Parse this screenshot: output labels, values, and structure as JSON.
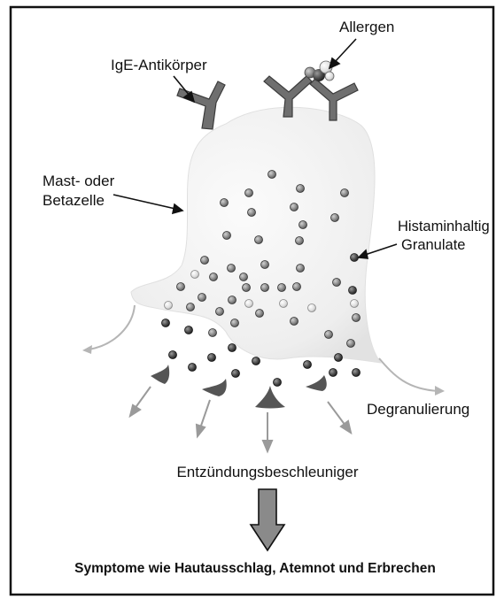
{
  "labels": {
    "allergen": "Allergen",
    "ige": "IgE-Antikörper",
    "mast_line1": "Mast- oder",
    "mast_line2": "Betazelle",
    "histamin_line1": "Histaminhaltig",
    "histamin_line2": "Granulate",
    "degranulierung": "Degranulierung",
    "entzuendung": "Entzündungsbeschleuniger",
    "symptome": "Symptome wie Hautausschlag, Atemnot und Erbrechen"
  },
  "colors": {
    "frame": "#111111",
    "cell_fill": "#f1f1f1",
    "antibody": "#6f6f6f",
    "granule_dark": "#3a3a3a",
    "granule_mid": "#808080",
    "granule_light": "#d8d8d8",
    "arrow": "#9a9a9a"
  }
}
